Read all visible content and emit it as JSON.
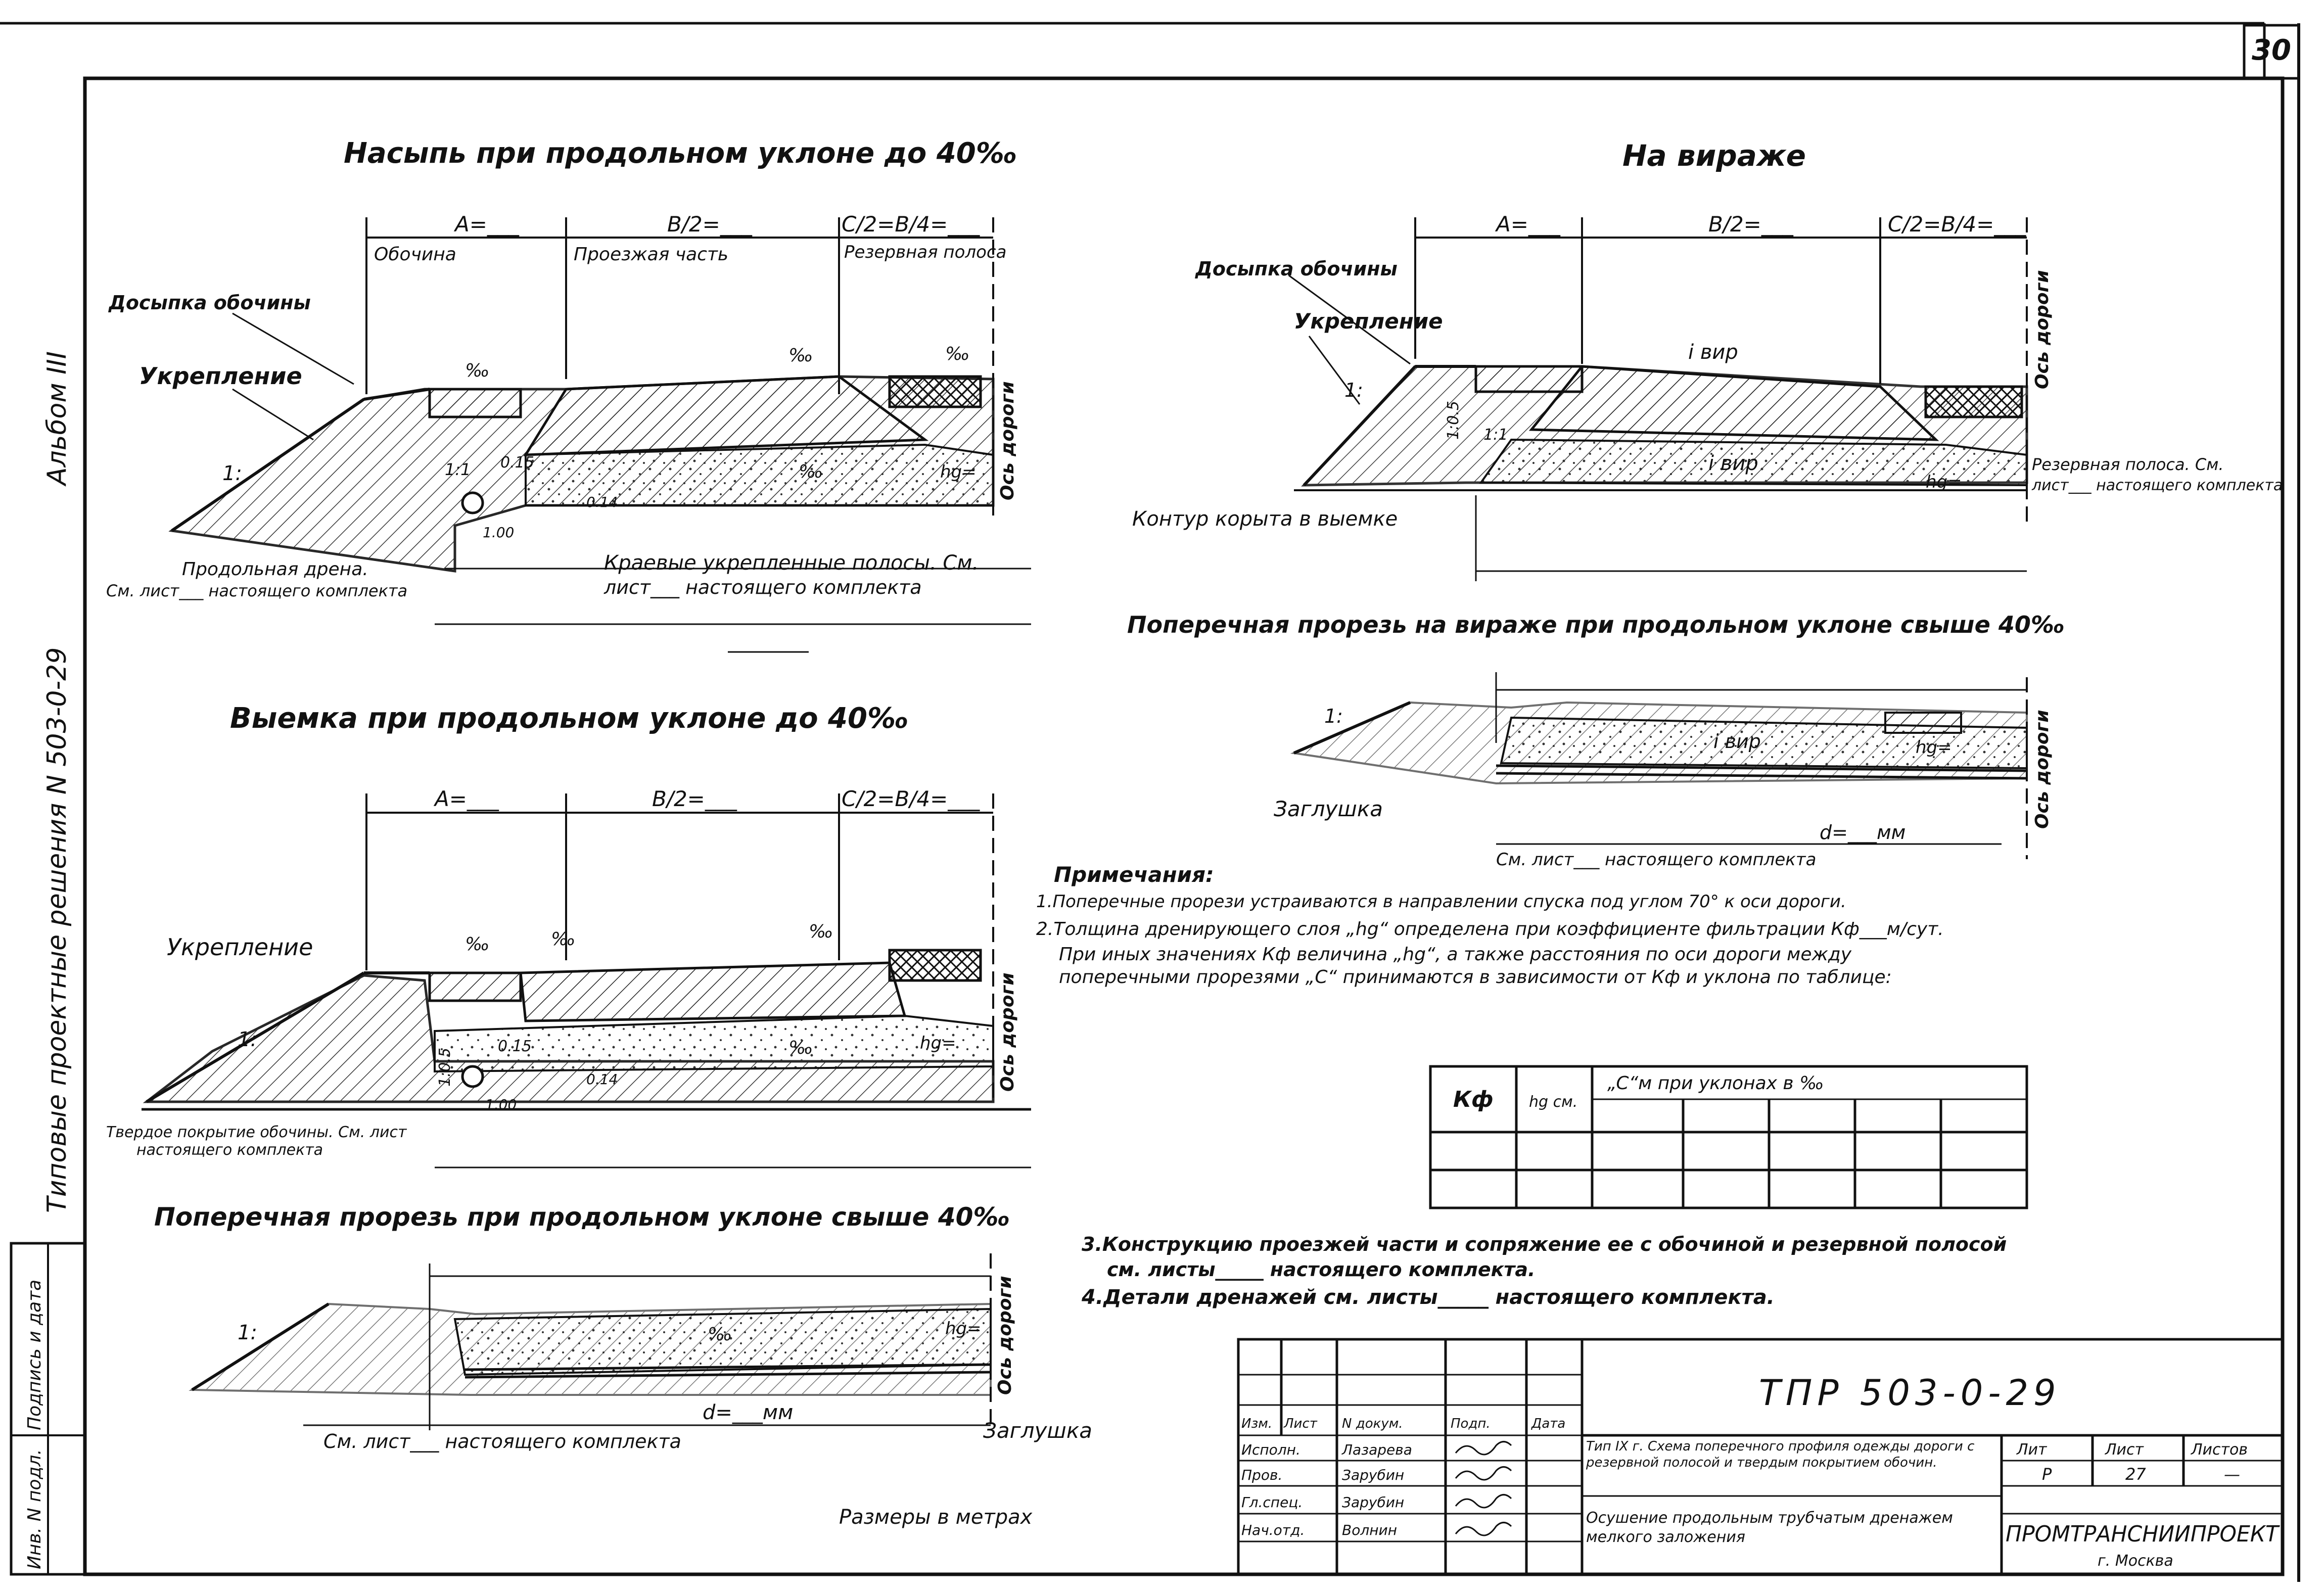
{
  "sheet_number_corner": "30",
  "side_labels": {
    "album": "Альбом III",
    "series": "Типовые проектные решения  N 503-0-29",
    "inv_no": "Инв. N подл.",
    "sign_date": "Подпись и дата"
  },
  "s1": {
    "title": "Насыпь при продольном уклоне до 40‰",
    "dim_a": "A=___",
    "dim_b": "B/2=___",
    "dim_c": "C/2=B/4=___",
    "lbl_obochina": "Обочина",
    "lbl_proezzh": "Проезжая часть",
    "lbl_rezerv": "Резервная полоса",
    "lbl_dosypka": "Досыпка обочины",
    "lbl_ukrepl": "Укрепление",
    "slope1": "1:",
    "slope11": "1:1",
    "pm1": "‰",
    "pm2": "‰",
    "pm3": "‰",
    "pm4": "‰",
    "hg": "hg=",
    "v015": "0.15",
    "v100": "1.00",
    "v014": "0.14",
    "lbl_drena": "Продольная дрена.",
    "lbl_drena_ref": "См. лист___ настоящего комплекта",
    "lbl_krai": "Краевые укрепленные полосы. См.",
    "lbl_krai_ref": "лист___ настоящего комплекта",
    "axis": "Ось дороги"
  },
  "s2": {
    "title": "Выемка при продольном уклоне до 40‰",
    "dim_a": "A=___",
    "dim_b": "B/2=___",
    "dim_c": "C/2=B/4=___",
    "lbl_ukrepl": "Укрепление",
    "slope1": "1:",
    "slope05": "1:0.5",
    "pm1": "‰",
    "pm2": "‰",
    "pm3": "‰",
    "pm4": "‰",
    "hg": "hg=",
    "v015": "0.15",
    "v100": "1.00",
    "v014": "0.14",
    "lbl_tverd": "Твердое покрытие обочины. См. лист",
    "lbl_tverd_ref": "настоящего комплекта",
    "axis": "Ось дороги"
  },
  "s3": {
    "title": "Поперечная прорезь при продольном уклоне свыше 40‰",
    "pm": "‰",
    "hg": "hg=",
    "slope1": "1:",
    "d": "d=___мм",
    "ref": "См. лист___ настоящего комплекта",
    "zaglushka": "Заглушка",
    "axis": "Ось дороги"
  },
  "s4": {
    "title": "На вираже",
    "dim_a": "A=___",
    "dim_b": "B/2=___",
    "dim_c": "C/2=B/4=___",
    "lbl_dosypka": "Досыпка обочины",
    "lbl_ukrepl": "Укрепление",
    "slope1": "1:",
    "slope05": "1:0.5",
    "slope11": "1:1",
    "i_vir": "i вир",
    "i_vir2": "i вир",
    "hg": "hg=",
    "lbl_kontur": "Контур корыта в выемке",
    "lbl_rezerv": "Резервная полоса. См.",
    "lbl_rezerv_ref": "лист___ настоящего комплекта",
    "axis": "Ось дороги"
  },
  "s5": {
    "title": "Поперечная прорезь на вираже при продольном уклоне свыше 40‰",
    "slope1": "1:",
    "i_vir": "i вир",
    "hg": "hg=",
    "zaglushka": "Заглушка",
    "d": "d=___мм",
    "ref": "См. лист___ настоящего комплекта",
    "axis": "Ось дороги"
  },
  "notes": {
    "head": "Примечания:",
    "n1": "1.Поперечные прорези устраиваются в направлении спуска под углом 70° к оси дороги.",
    "n2a": "2.Толщина дренирующего слоя „hg“ определена при коэффициенте фильтрации  Кф___м/сут.",
    "n2b": "При иных значениях Кф величина „hg“, а также расстояния по оси дороги между",
    "n2c": "поперечными прорезями „C“ принимаются в зависимости от Кф и уклона по таблице:",
    "n3a": "3.Конструкцию проезжей части и сопряжение ее с обочиной и резервной полосой",
    "n3b": "см. листы_____ настоящего комплекта.",
    "n4": "4.Детали дренажей  см. листы_____ настоящего комплекта."
  },
  "table": {
    "h1": "Кф",
    "h2": "hg см.",
    "h3": "„C“м при уклонах в ‰"
  },
  "razmery": "Размеры в метрах",
  "stamp": {
    "code": "ТПР 503-0-29",
    "cols": [
      "Изм.",
      "Лист",
      "N докум.",
      "Подп.",
      "Дата"
    ],
    "roles": [
      "Исполн.",
      "Пров.",
      "Гл.спец.",
      "Нач.отд."
    ],
    "names": [
      "Лазарева",
      "Зарубин",
      "Зарубин",
      "Волнин"
    ],
    "desc1": "Тип IX г. Схема поперечного профиля одежды дороги с резервной полосой и твердым покрытием обочин.",
    "desc2": "Осушение продольным трубчатым дренажем мелкого заложения",
    "h_lit": "Лит",
    "h_list": "Лист",
    "h_listov": "Листов",
    "v_lit": "Р",
    "v_list": "27",
    "v_listov": "—",
    "org": "ПРОМТРАНСНИИПРОЕКТ",
    "city": "г. Москва"
  }
}
